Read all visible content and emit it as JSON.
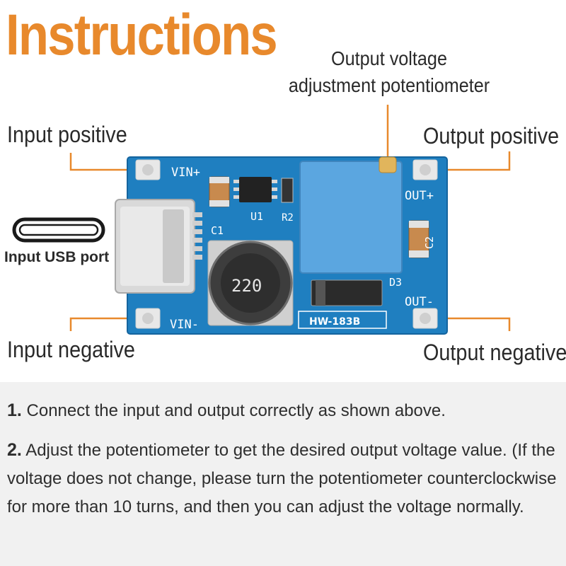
{
  "title": "Instructions",
  "labels": {
    "potentiometer_line1": "Output voltage",
    "potentiometer_line2": "adjustment potentiometer",
    "input_positive": "Input positive",
    "output_positive": "Output positive",
    "input_usb_port": "Input USB port",
    "input_negative": "Input negative",
    "output_negative": "Output negative"
  },
  "board": {
    "vin_plus": "VIN+",
    "vin_minus": "VIN-",
    "out_plus": "OUT+",
    "out_minus": "OUT-",
    "c1": "C1",
    "c2": "C2",
    "u1": "U1",
    "r2": "R2",
    "d3": "D3",
    "inductor": "220",
    "model": "HW-183B"
  },
  "colors": {
    "title": "#e8892c",
    "leader_lines": "#e8892c",
    "pcb": "#1f7fc0",
    "potentiometer": "#5ba6e0",
    "panel": "#f1f1f1"
  },
  "steps": [
    {
      "number": "1.",
      "text": "Connect the input and output correctly as shown above."
    },
    {
      "number": "2.",
      "text": "Adjust the potentiometer to get the desired output voltage value. (If the voltage does not change, please turn the potentiometer counterclockwise for more than 10 turns, and then you can adjust the voltage normally."
    }
  ]
}
